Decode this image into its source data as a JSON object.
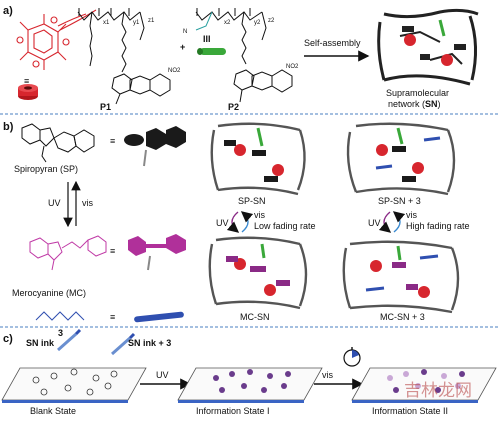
{
  "panel_a": {
    "label": "a)",
    "p1": "P1",
    "p2": "P2",
    "host_symbol": "≡",
    "guest_symbol": "III",
    "plus": "+",
    "x1": "x1",
    "y1": "y1",
    "z1": "z1",
    "x2": "x2",
    "y2": "y2",
    "z2": "z2",
    "nc": "N",
    "no2": "NO2",
    "arrow_label": "Self-assembly",
    "network_label_1": "Supramolecular",
    "network_label_2": "network (",
    "network_label_sn": "SN",
    "network_label_end": ")"
  },
  "panel_b": {
    "label": "b)",
    "sp_name": "Spiropyran (SP)",
    "mc_name": "Merocyanine (MC)",
    "uv": "UV",
    "vis": "vis",
    "guest_3": "3",
    "equiv": "≡",
    "sp_sn": "SP-SN",
    "sp_sn3": "SP-SN + 3",
    "mc_sn": "MC-SN",
    "mc_sn3": "MC-SN + 3",
    "fade_low_uv": "UV",
    "fade_low_vis": "vis",
    "fade_low": "Low fading rate",
    "fade_high_uv": "UV",
    "fade_high_vis": "vis",
    "fade_high": "High fading rate"
  },
  "panel_c": {
    "label": "c)",
    "ink1": "SN ink",
    "ink2": "SN ink + 3",
    "uv": "UV",
    "vis": "vis",
    "state0": "Blank State",
    "state1": "Information State I",
    "state2": "Information State II"
  },
  "watermark": "吉林龙网",
  "colors": {
    "red": "#d7262e",
    "purple": "#8a2a86",
    "magenta": "#c03aa6",
    "blue": "#2f4fb0",
    "green": "#3aa83a",
    "teal": "#2aa0a0",
    "dark": "#1a1a1a",
    "divider": "#4a7fc0",
    "dot_purple": "#6a3c8c",
    "dot_light": "#c9a8d6",
    "plate": "#3a64c4"
  }
}
